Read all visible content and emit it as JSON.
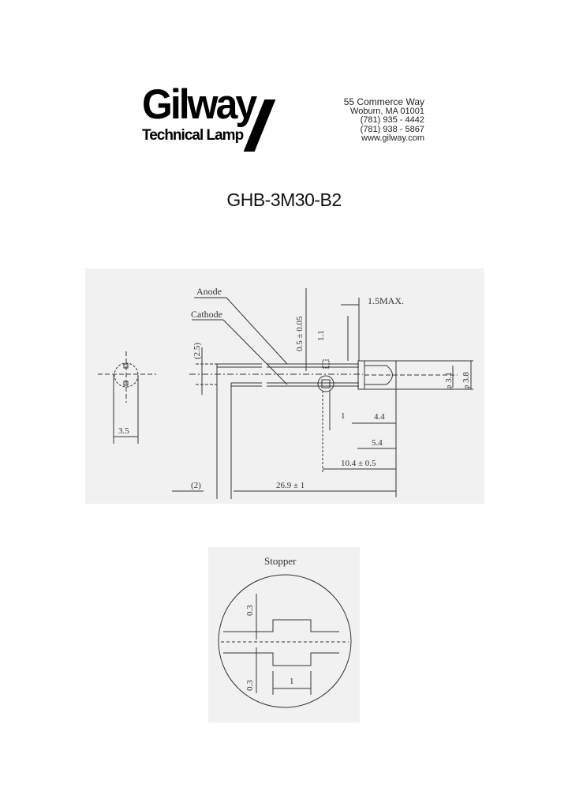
{
  "header": {
    "logo": {
      "brand": "Gilway",
      "subtitle": "Technical Lamp"
    },
    "address": {
      "street": "55 Commerce Way",
      "city": "Woburn, MA 01001",
      "phone": "(781) 935 - 4442",
      "fax": "(781) 938 - 5867",
      "website": "www.gilway.com"
    }
  },
  "part_number": "GHB-3M30-B2",
  "drawing": {
    "labels": {
      "anode": "Anode",
      "cathode": "Cathode"
    },
    "dimensions": {
      "lead_square": "0.5 ± 0.05",
      "lead_offset": "1.1",
      "flange_max": "1.5MAX.",
      "lead_spacing": "(2.5)",
      "inner_dia": "φ 3.1",
      "outer_dia": "φ 3.8",
      "stopper_gap": "1",
      "body_len": "4.4",
      "stopper_pos": "5.4",
      "lead_bend": "10.4 ± 0.5",
      "total_len": "26.9 ± 1",
      "bend_gap": "(2)",
      "side_width": "3.5"
    }
  },
  "stopper_detail": {
    "title": "Stopper",
    "dim_top": "0.3",
    "dim_bottom": "0.3",
    "dim_width": "1"
  }
}
